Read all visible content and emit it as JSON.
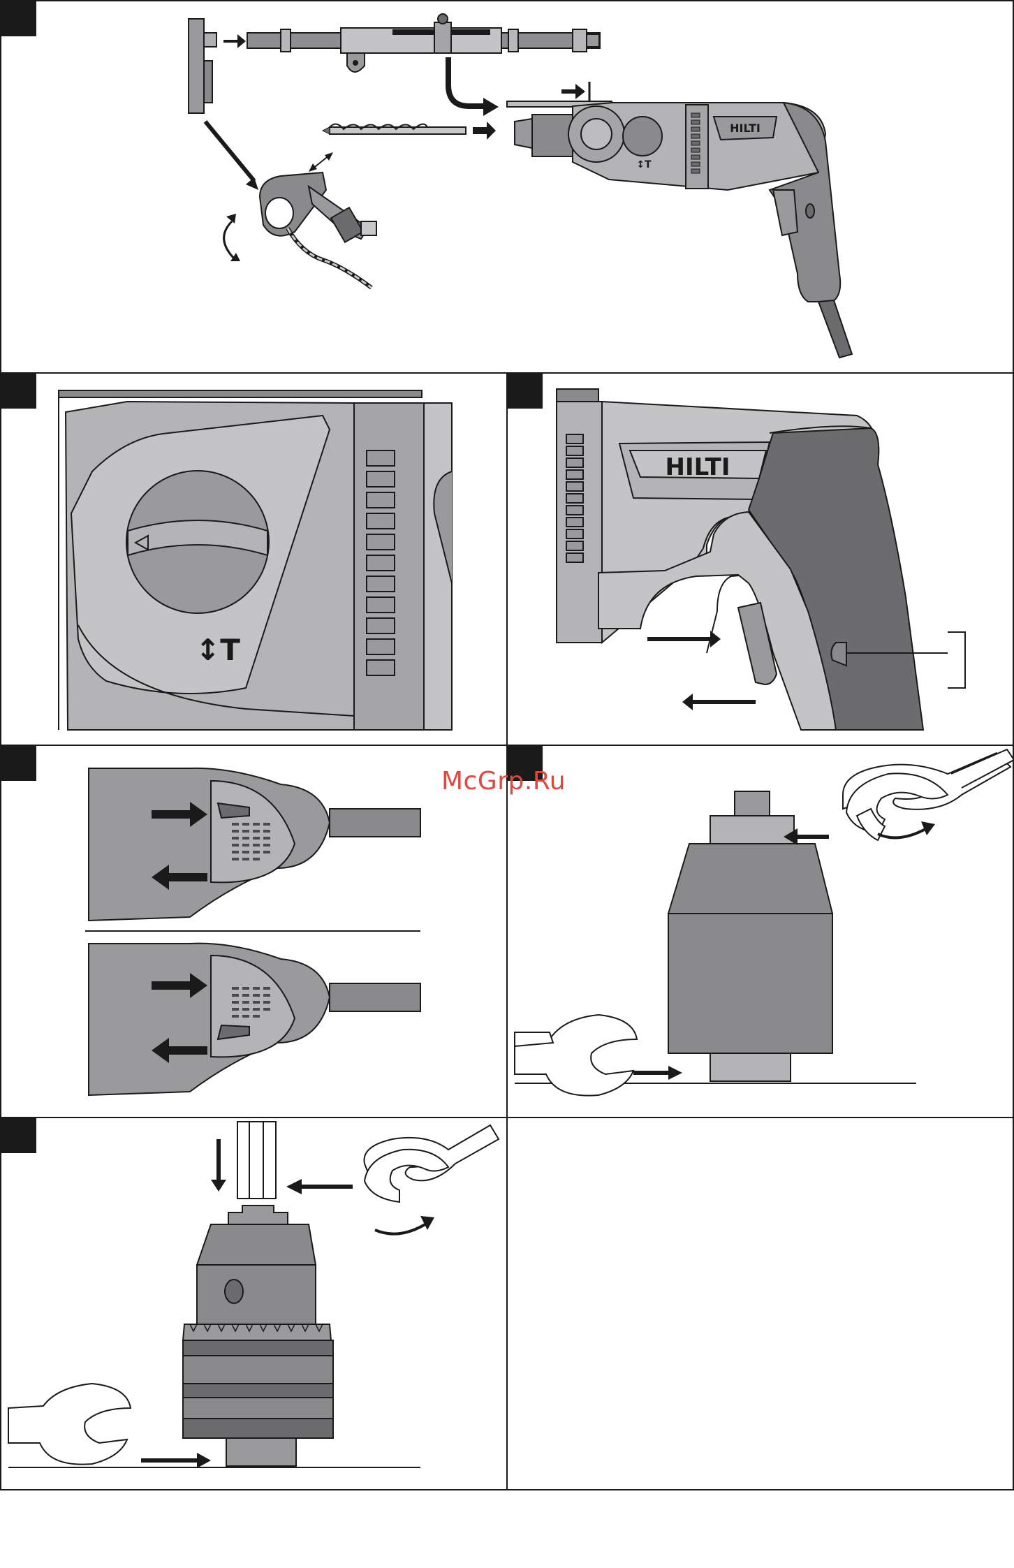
{
  "watermark": "McGrp.Ru",
  "brand": "HILTI",
  "mode_symbol": "↕T",
  "panels": [
    {
      "id": "fig1",
      "content": "depth gauge, side handle, drill bit and drill assembly"
    },
    {
      "id": "fig2",
      "content": "function selector switch"
    },
    {
      "id": "fig3",
      "content": "trigger switch and lock button"
    },
    {
      "id": "fig4",
      "content": "forward / reverse switch"
    },
    {
      "id": "fig5",
      "content": "keyless chuck removal with wrenches"
    },
    {
      "id": "fig6",
      "content": "geared chuck removal with wrenches"
    },
    {
      "id": "fig7",
      "content": "empty"
    }
  ]
}
